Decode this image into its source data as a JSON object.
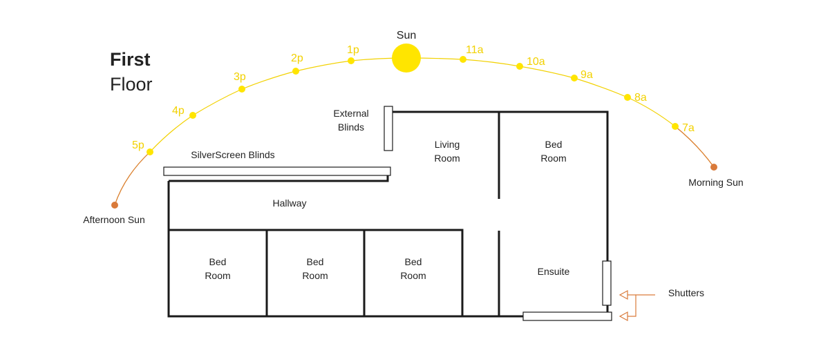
{
  "title": {
    "line1": "First",
    "line2": "Floor"
  },
  "sun": {
    "label": "Sun",
    "color": "#ffe500"
  },
  "arc": {
    "color": "#f2d100",
    "end_color": "#d97a3a"
  },
  "hours": [
    "5p",
    "4p",
    "3p",
    "2p",
    "1p",
    "11a",
    "10a",
    "9a",
    "8a",
    "7a"
  ],
  "ends": {
    "afternoon": "Afternoon Sun",
    "morning": "Morning Sun"
  },
  "blinds": {
    "silverscreen": "SilverScreen Blinds",
    "external_line1": "External",
    "external_line2": "Blinds",
    "shutters": "Shutters"
  },
  "rooms": {
    "living": [
      "Living",
      "Room"
    ],
    "bed_top_right": [
      "Bed",
      "Room"
    ],
    "hallway": "Hallway",
    "bed_1": [
      "Bed",
      "Room"
    ],
    "bed_2": [
      "Bed",
      "Room"
    ],
    "bed_3": [
      "Bed",
      "Room"
    ],
    "ensuite": "Ensuite"
  },
  "arrow_color": "#d97a3a"
}
